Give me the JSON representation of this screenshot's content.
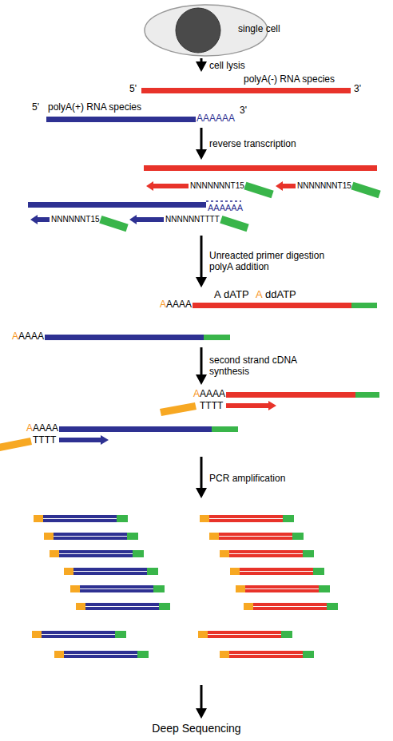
{
  "diagram": {
    "nodes": [
      {
        "text": [
          "single cell"
        ]
      },
      {
        "text": [
          "5'",
          "polyA(-) RNA species",
          "3'",
          "5'",
          "polyA(+) RNA species",
          "AAAAAA",
          "3'"
        ]
      },
      {
        "text": [
          "NNNNNNNT15",
          "NNNNNNNT15",
          "AAAAAA",
          "NNNNNNT15",
          "NNNNNNTTTT"
        ]
      },
      {
        "text": [
          "A",
          "dATP",
          "A",
          "ddATP",
          "A",
          "AAAA",
          "A",
          "AAAA"
        ]
      },
      {
        "text": [
          "A",
          "AAAA",
          "TTTT",
          "A",
          "AAAA",
          "TTTT"
        ]
      }
    ],
    "edges": [
      {
        "from": 0,
        "to": 1,
        "arrow": "to",
        "label": "cell lysis"
      },
      {
        "from": 1,
        "to": 2,
        "arrow": "to",
        "label": "reverse transcription"
      },
      {
        "from": 2,
        "to": 3,
        "arrow": "to",
        "label": "Unreacted primer digestion polyA addition"
      },
      {
        "from": 3,
        "to": 4,
        "arrow": "to",
        "label": "second strand cDNA synthesis"
      }
    ],
    "labels": [
      "PCR amplification",
      "Deep Sequencing"
    ]
  }
}
